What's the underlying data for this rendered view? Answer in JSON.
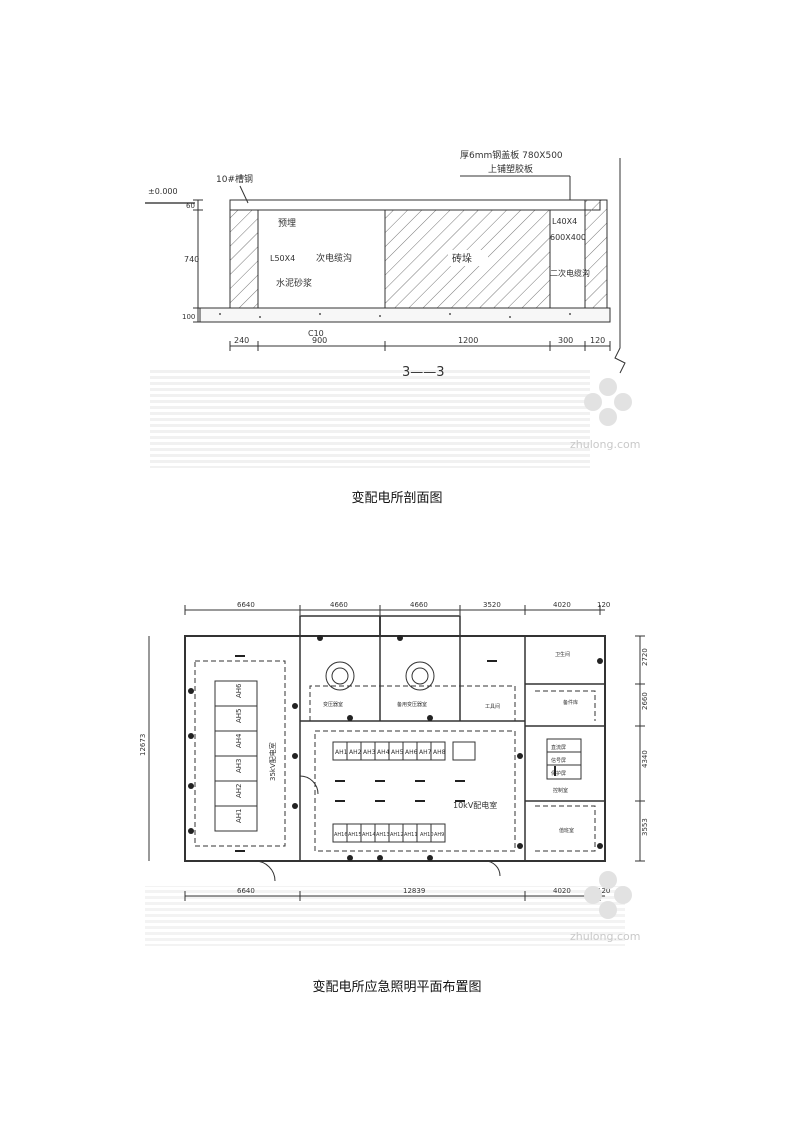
{
  "figure1": {
    "caption": "变配电所剖面图",
    "section_mark": "3——3",
    "labels": {
      "plate": "厚6mm钢盖板 780X500",
      "plate2": "上铺塑胶板",
      "channel": "10#槽钢",
      "elev": "±0.000",
      "embed": "预埋",
      "angle1": "L50X4",
      "trench1": "次电缆沟",
      "mortar": "水泥砂浆",
      "brick": "砖垛",
      "angle2": "L40X4",
      "size": "600X400",
      "trench2": "二次电缆沟",
      "concrete": "C10"
    },
    "dims_h": [
      "240",
      "900",
      "1200",
      "300",
      "120"
    ],
    "dims_v": [
      "60",
      "740",
      "100"
    ]
  },
  "figure2": {
    "caption": "变配电所应急照明平面布置图",
    "dims_top": [
      "6640",
      "4660",
      "4660",
      "3520",
      "4020",
      "120"
    ],
    "dims_bottom": [
      "6640",
      "12839",
      "4020",
      "120"
    ],
    "dims_left": [
      "12673"
    ],
    "dims_right": [
      "2720",
      "2660",
      "4340",
      "3553"
    ],
    "hv_cabinets": [
      "AH6",
      "AH5",
      "AH4",
      "AH3",
      "AH2",
      "AH1"
    ],
    "hv_label": "35kV配电室",
    "lv_top_row": [
      "AH1",
      "AH2",
      "AH3",
      "AH4",
      "AH5",
      "AH6",
      "AH7",
      "AH8"
    ],
    "lv_bottom_row": [
      "AH16",
      "AH15",
      "AH14",
      "AH13",
      "AH12",
      "AH11",
      "AH10",
      "AH9"
    ],
    "lv_label": "10kV配电室",
    "room_labels": {
      "tx1": "变压器室",
      "tx2": "备用变压器室",
      "tool": "工具间",
      "spare": "备件库",
      "control": "控制室",
      "duty": "值班室",
      "toilet": "卫生间"
    },
    "panel_labels": [
      "直流屏",
      "信号屏",
      "保护屏"
    ]
  },
  "watermark": "zhulong.com"
}
